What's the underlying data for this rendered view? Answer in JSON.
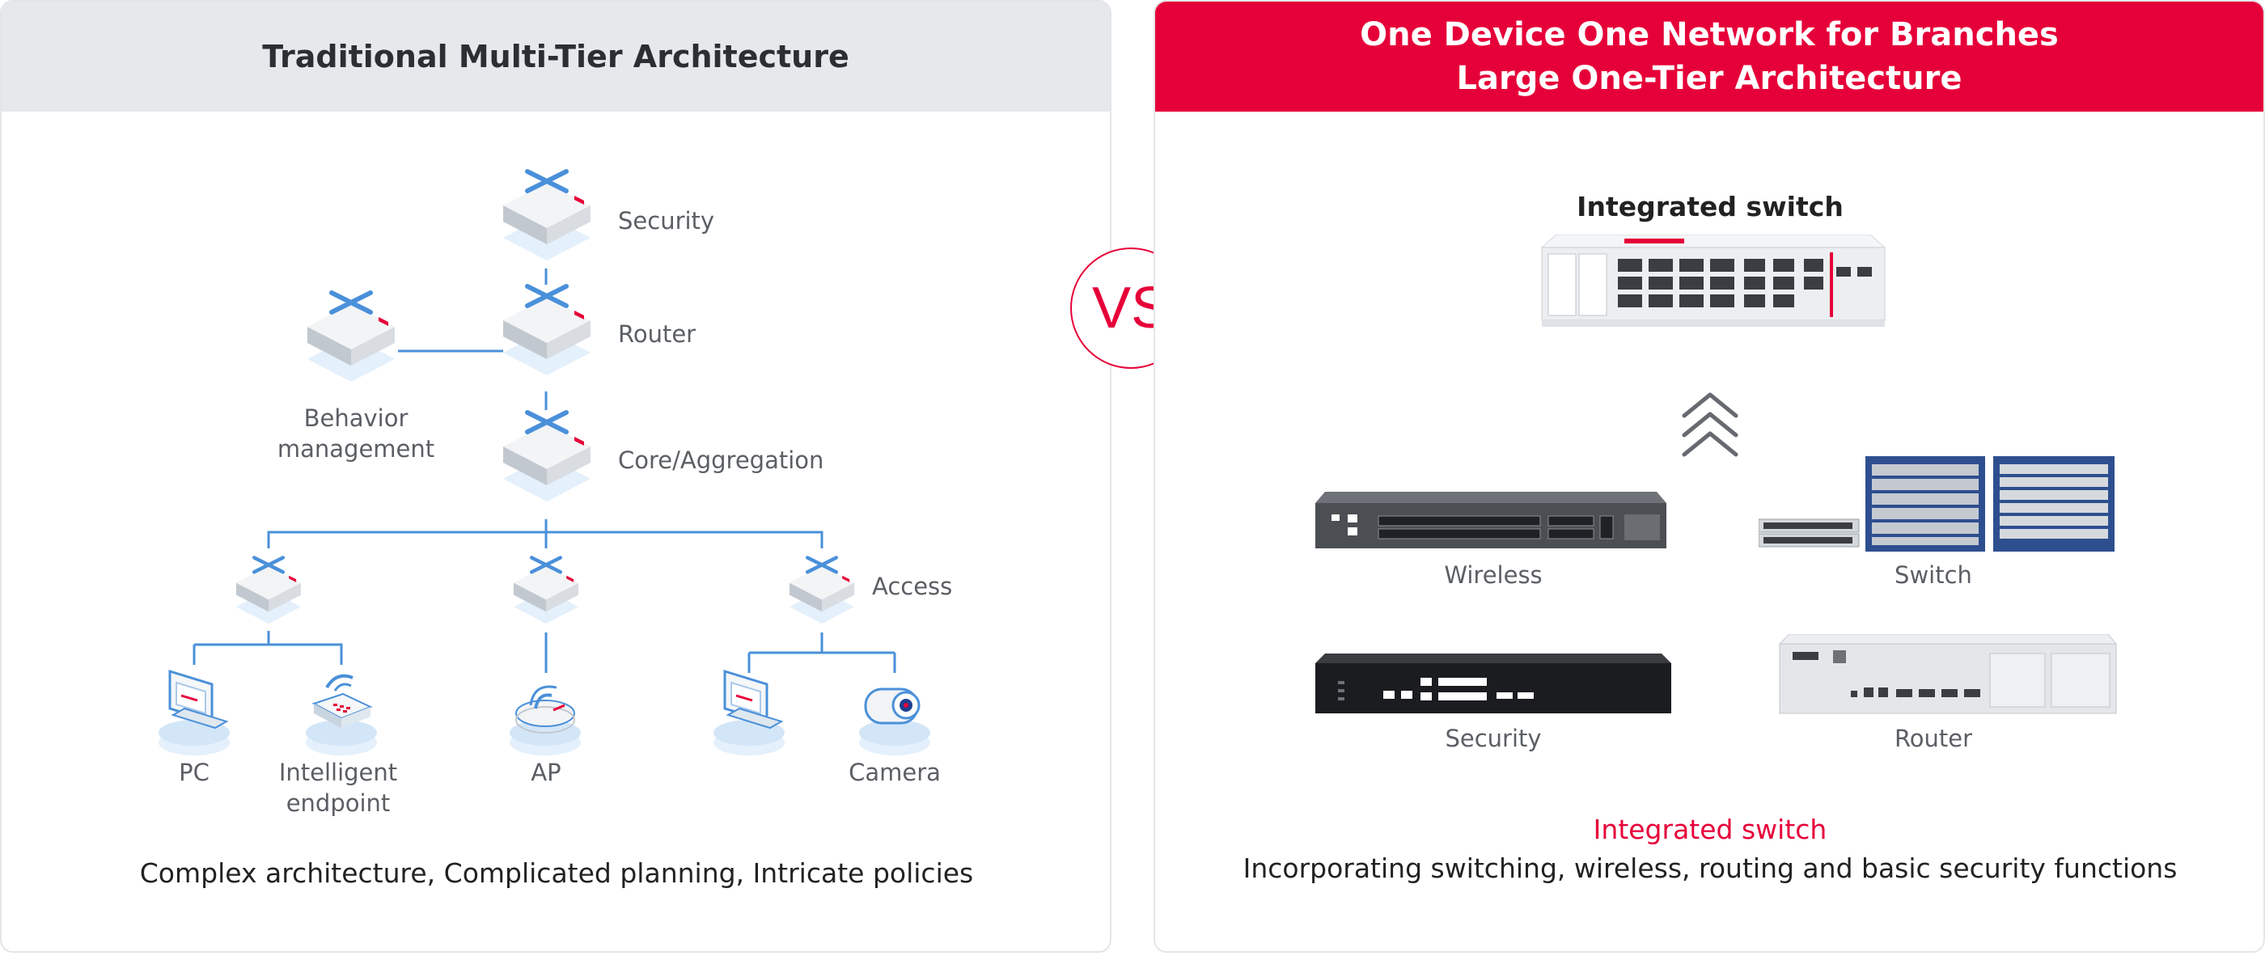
{
  "left": {
    "header": "Traditional Multi-Tier Architecture",
    "labels": {
      "security": "Security",
      "router": "Router",
      "behavior": "Behavior\nmanagement",
      "core": "Core/Aggregation",
      "access": "Access",
      "pc": "PC",
      "endpoint": "Intelligent\nendpoint",
      "ap": "AP",
      "camera": "Camera"
    },
    "footer": "Complex architecture, Complicated planning, Intricate policies"
  },
  "vs": "VS",
  "right": {
    "header_line1": "One Device One Network for Branches",
    "header_line2": "Large One-Tier Architecture",
    "integrated_title": "Integrated switch",
    "labels": {
      "wireless": "Wireless",
      "switch": "Switch",
      "security": "Security",
      "router": "Router"
    },
    "footer_title": "Integrated switch",
    "footer_desc": "Incorporating switching, wireless, routing and basic security functions"
  },
  "colors": {
    "brand_red": "#e60039",
    "link_blue": "#4a90d9",
    "header_gray": "#e6e9ec"
  }
}
